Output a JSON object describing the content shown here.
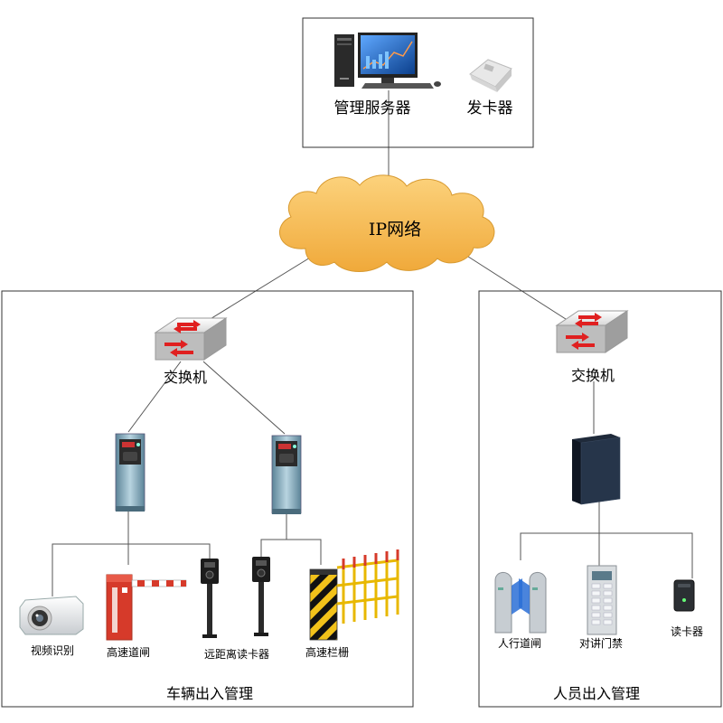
{
  "server_group": {
    "server_label": "管理服务器",
    "card_issuer_label": "发卡器"
  },
  "network": {
    "label": "IP网络"
  },
  "vehicle_zone": {
    "switch_label": "交换机",
    "devices": {
      "video_recognition": "视频识别",
      "high_speed_gate": "高速道闸",
      "long_range_reader": "远距离读卡器",
      "high_speed_fence": "高速栏栅"
    },
    "title": "车辆出入管理"
  },
  "personnel_zone": {
    "switch_label": "交换机",
    "devices": {
      "pedestrian_gate": "人行道闸",
      "intercom_access": "对讲门禁",
      "card_reader": "读卡器"
    },
    "title": "人员出入管理"
  },
  "colors": {
    "line": "#555555",
    "box": "#333333",
    "cloud_fill": "#f7b94e",
    "barrier_red": "#d63a2a",
    "hazard_yellow": "#f2c21a",
    "device_blue": "#7fa6b8",
    "monitor_blue": "#1b5fb0"
  }
}
